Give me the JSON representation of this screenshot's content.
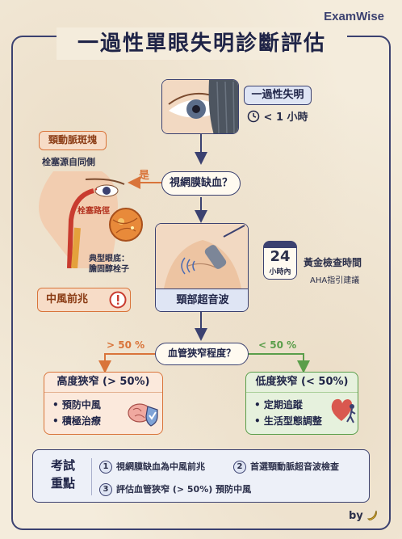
{
  "brand": "ExamWise",
  "title": "一過性單眼失明診斷評估",
  "symptom": {
    "label": "一過性失明",
    "duration": "< 1 小時"
  },
  "question1": "視網膜缺血？",
  "yes_label": "是",
  "plaque": {
    "label": "頸動脈斑塊",
    "subtitle": "栓塞源自同側",
    "embolus_path": "栓塞路徑",
    "fundus_title": "典型眼底：",
    "fundus_body": "膽固醇栓子"
  },
  "stroke_warning": "中風前兆",
  "ultrasound": "頸部超音波",
  "golden_time": {
    "hours": "24",
    "unit": "小時內",
    "title": "黃金檢查時間",
    "source": "AHA指引建議"
  },
  "question2": "血管狹窄程度？",
  "threshold_high": "> 50 %",
  "threshold_low": "< 50 %",
  "high": {
    "title": "高度狹窄 (> 50%)",
    "items": [
      "• 預防中風",
      "• 積極治療"
    ]
  },
  "low": {
    "title": "低度狹窄 (< 50%)",
    "items": [
      "• 定期追蹤",
      "• 生活型態調整"
    ]
  },
  "key_points": {
    "heading_line1": "考試",
    "heading_line2": "重點",
    "items": [
      {
        "n": "1",
        "text": "視網膜缺血為中風前兆"
      },
      {
        "n": "2",
        "text": "首選頸動脈超音波檢查"
      },
      {
        "n": "3",
        "text": "評估血管狹窄 (> 50%) 預防中風"
      }
    ]
  },
  "byline": "by",
  "colors": {
    "navy": "#3b4170",
    "orange": "#d9743a",
    "green": "#5a9e4a",
    "red": "#c93b2f"
  }
}
